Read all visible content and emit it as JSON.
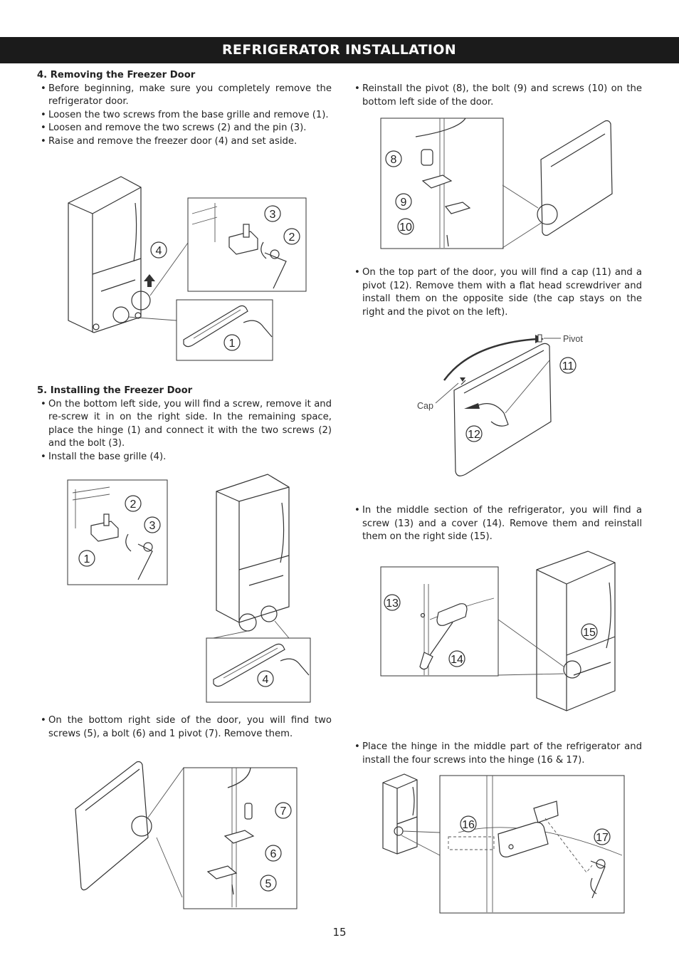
{
  "header": {
    "title": "REFRIGERATOR INSTALLATION"
  },
  "sections": {
    "removing": {
      "title": "4. Removing the Freezer Door",
      "bullets": [
        "Before beginning, make sure you completely remove the refrigerator door.",
        "Loosen the two screws from the base grille and remove (1).",
        "Loosen and remove the two screws (2) and the pin (3).",
        "Raise and remove the freezer door (4) and set aside."
      ]
    },
    "installing": {
      "title": "5. Installing the Freezer Door",
      "bullets": [
        "On the bottom left side, you will find a screw, remove it and re-screw it in on the right side. In the remaining space, place the hinge (1) and connect it with the two screws (2) and the bolt (3).",
        "Install the base grille (4)."
      ]
    },
    "bottom_right": {
      "bullets": [
        "On the bottom right side of the door, you will find two screws (5), a bolt (6) and 1 pivot (7). Remove them."
      ]
    },
    "reinstall_pivot": {
      "bullets": [
        "Reinstall the pivot (8), the bolt (9) and screws (10) on the bottom left side of the door."
      ]
    },
    "top_cap": {
      "bullets": [
        "On the top part of the door, you will find a cap (11) and a pivot (12). Remove them with a flat head screwdriver and install them on the opposite side (the cap stays on the right and the pivot on the left)."
      ]
    },
    "middle_cover": {
      "bullets": [
        "In the middle section of the refrigerator, you will find a screw (13) and a cover (14). Remove them and reinstall them on the right side (15)."
      ]
    },
    "hinge_middle": {
      "bullets": [
        "Place the hinge in the middle part of the refrigerator and install  the four screws into the hinge (16 & 17)."
      ]
    }
  },
  "figures": {
    "fig1": {
      "callouts": [
        "3",
        "2",
        "4",
        "1"
      ]
    },
    "fig2": {
      "callouts": [
        "2",
        "3",
        "1",
        "4"
      ]
    },
    "fig3": {
      "callouts": [
        "7",
        "6",
        "5"
      ]
    },
    "fig4": {
      "callouts": [
        "8",
        "9",
        "10"
      ]
    },
    "fig5": {
      "callouts": [
        "11",
        "12"
      ],
      "labels": {
        "pivot": "Pivot",
        "cap": "Cap"
      }
    },
    "fig6": {
      "callouts": [
        "13",
        "14",
        "15"
      ]
    },
    "fig7": {
      "callouts": [
        "16",
        "17"
      ]
    }
  },
  "page_number": "15"
}
